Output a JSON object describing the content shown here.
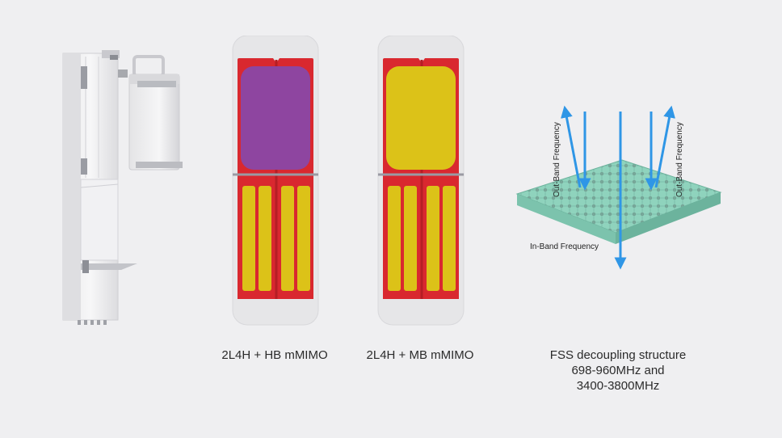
{
  "panels": [
    {
      "caption": "2L4H + HB  mMIMO",
      "fill_color": "#8e45a0"
    },
    {
      "caption": "2L4H + MB  mMIMO",
      "fill_color": "#dcc218"
    }
  ],
  "fss": {
    "caption_lines": [
      "FSS decoupling structure",
      "698-960MHz and",
      "3400-3800MHz"
    ],
    "out_band_label": "Out-Band Frequency",
    "in_band_label": "In-Band Frequency",
    "arrow_color": "#2f96e6",
    "board_color": "#8fd3bd"
  },
  "colors": {
    "background": "#efeff1",
    "frame_red": "#d9282f",
    "dipole_yellow": "#dcc218",
    "casing": "#e6e6e8"
  }
}
